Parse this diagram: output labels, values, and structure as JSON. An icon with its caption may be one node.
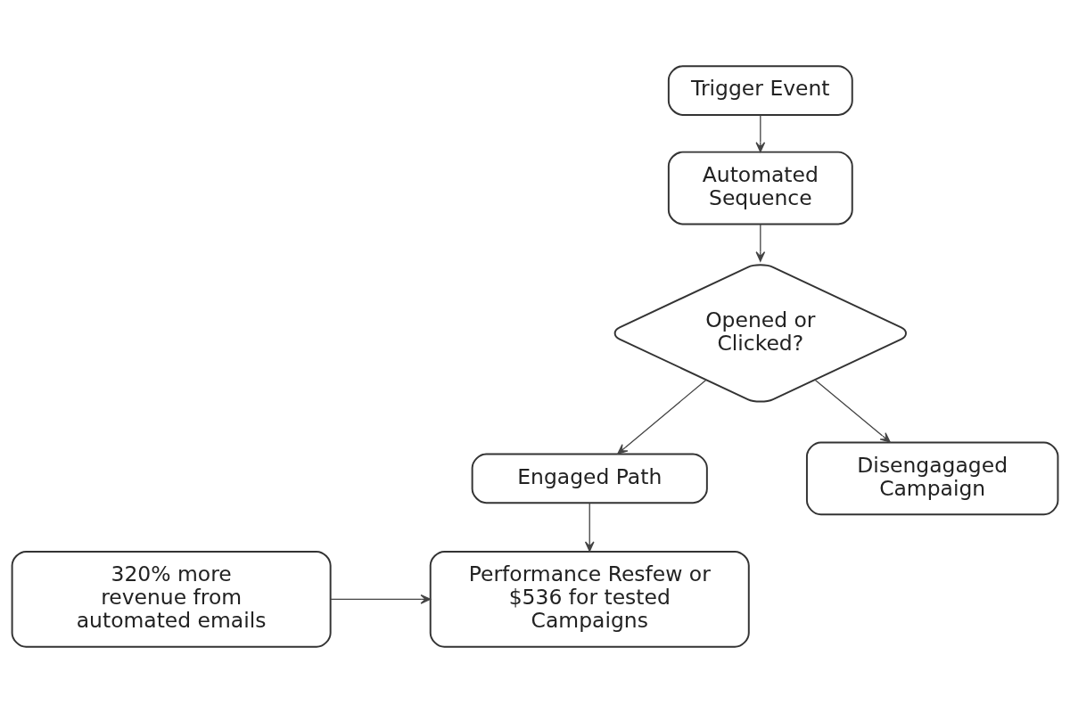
{
  "diagram": {
    "nodes": [
      {
        "text": [
          "Trigger Event"
        ]
      },
      {
        "text": [
          "Automated Sequence"
        ]
      },
      {
        "text": [
          "Opened or Clicked?"
        ]
      },
      {
        "text": [
          "Engaged Path"
        ]
      },
      {
        "text": [
          "Disengagaged Campaign"
        ]
      },
      {
        "text": [
          "Performance Resfew or $536 for tested Campaigns"
        ]
      },
      {
        "text": [
          "320% more revenue from automated emails"
        ]
      }
    ],
    "edges": [
      {
        "from": 0,
        "to": 1,
        "arrow": "to"
      },
      {
        "from": 1,
        "to": 2,
        "arrow": "to"
      },
      {
        "from": 2,
        "to": 3,
        "arrow": "to"
      },
      {
        "from": 2,
        "to": 4,
        "arrow": "to"
      },
      {
        "from": 3,
        "to": 5,
        "arrow": "to"
      },
      {
        "from": 6,
        "to": 5,
        "arrow": "to"
      }
    ]
  }
}
